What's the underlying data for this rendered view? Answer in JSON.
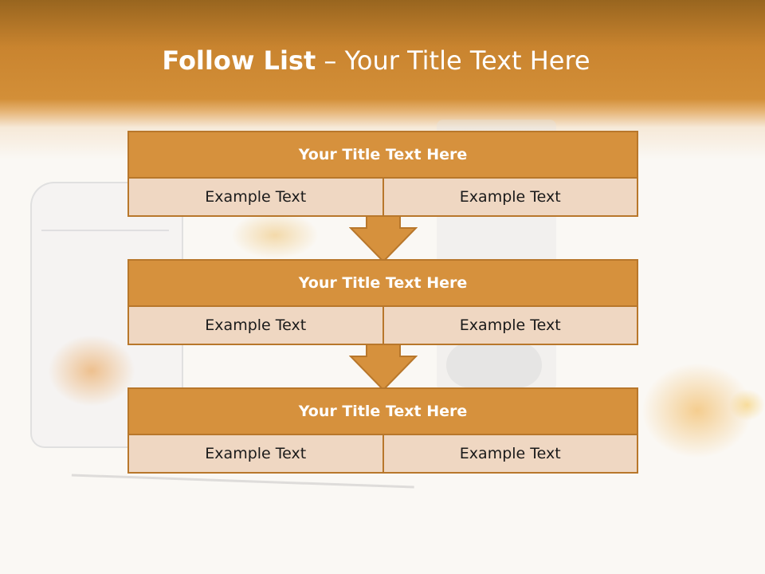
{
  "slide": {
    "title_bold": "Follow List",
    "title_rest": " – Your Title Text Here"
  },
  "blocks": [
    {
      "title": "Your Title Text Here",
      "cells": [
        "Example Text",
        "Example Text"
      ]
    },
    {
      "title": "Your Title Text Here",
      "cells": [
        "Example Text",
        "Example Text"
      ]
    },
    {
      "title": "Your Title Text Here",
      "cells": [
        "Example Text",
        "Example Text"
      ]
    }
  ],
  "colors": {
    "header_brown": "#c9842f",
    "title_fill": "#d6913d",
    "cell_fill": "#efd7c2",
    "border": "#b8772b"
  },
  "icons": [
    "down-arrow-icon",
    "down-arrow-icon"
  ]
}
